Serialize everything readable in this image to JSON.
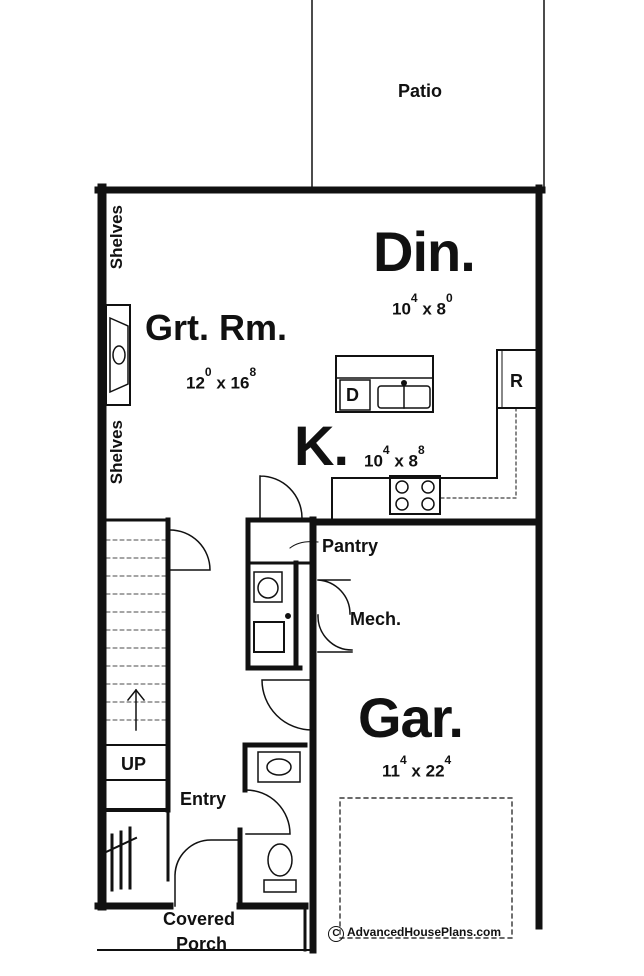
{
  "rooms": {
    "patio": {
      "name": "Patio"
    },
    "dining": {
      "name": "Din.",
      "w_ft": "10",
      "w_in": "4",
      "d_ft": "8",
      "d_in": "0"
    },
    "great_room": {
      "name": "Grt. Rm.",
      "w_ft": "12",
      "w_in": "0",
      "d_ft": "16",
      "d_in": "8"
    },
    "kitchen": {
      "name": "K.",
      "w_ft": "10",
      "w_in": "4",
      "d_ft": "8",
      "d_in": "8"
    },
    "garage": {
      "name": "Gar.",
      "w_ft": "11",
      "w_in": "4",
      "d_ft": "22",
      "d_in": "4"
    },
    "pantry": {
      "name": "Pantry"
    },
    "mech": {
      "name": "Mech."
    },
    "entry": {
      "name": "Entry"
    },
    "porch": {
      "name_line1": "Covered",
      "name_line2": "Porch"
    }
  },
  "labels": {
    "shelves_top": "Shelves",
    "shelves_bottom": "Shelves",
    "up": "UP",
    "dishwasher": "D",
    "refrigerator": "R",
    "x": "x"
  },
  "credit": {
    "symbol": "C",
    "text": "AdvancedHousePlans.com"
  },
  "colors": {
    "wall": "#111111",
    "background": "#ffffff"
  }
}
